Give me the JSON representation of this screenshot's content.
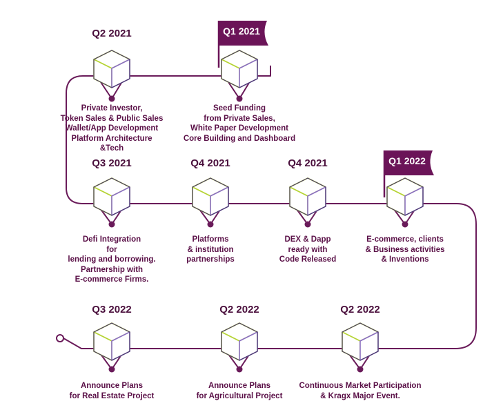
{
  "colors": {
    "line": "#6a1b5a",
    "flag": "#6b1458",
    "cube_green": "#b5d334",
    "cube_purple": "#8a6fc0",
    "text": "#5a1047"
  },
  "milestones": [
    {
      "id": "m1",
      "quarter": "Q2 2021",
      "flagged": false,
      "lines": [
        "Private Investor,",
        "Token Sales & Public Sales",
        "Wallet/App Development",
        "Platform Architecture",
        "&Tech"
      ]
    },
    {
      "id": "m2",
      "quarter": "Q1 2021",
      "flagged": true,
      "lines": [
        "Seed Funding",
        "from Private Sales,",
        "White Paper Development",
        "Core Building and Dashboard"
      ]
    },
    {
      "id": "m3",
      "quarter": "Q3 2021",
      "flagged": false,
      "lines": [
        "Defi Integration",
        "for",
        "lending and borrowing.",
        "Partnership with",
        "E-commerce Firms."
      ]
    },
    {
      "id": "m4",
      "quarter": "Q4 2021",
      "flagged": false,
      "lines": [
        "Platforms",
        "& institution",
        "partnerships"
      ]
    },
    {
      "id": "m5",
      "quarter": "Q4 2021",
      "flagged": false,
      "lines": [
        "DEX & Dapp",
        "ready with",
        "Code Released"
      ]
    },
    {
      "id": "m6",
      "quarter": "Q1 2022",
      "flagged": true,
      "lines": [
        "E-commerce, clients",
        "& Business activities",
        "& Inventions"
      ]
    },
    {
      "id": "m7",
      "quarter": "Q3 2022",
      "flagged": false,
      "lines": [
        "Announce Plans",
        "for Real Estate Project"
      ]
    },
    {
      "id": "m8",
      "quarter": "Q2 2022",
      "flagged": false,
      "lines": [
        "Announce Plans",
        "for  Agricultural Project"
      ]
    },
    {
      "id": "m9",
      "quarter": "Q2 2022",
      "flagged": false,
      "lines": [
        "Continuous Market Participation",
        "& Kragx Major Event."
      ]
    }
  ]
}
